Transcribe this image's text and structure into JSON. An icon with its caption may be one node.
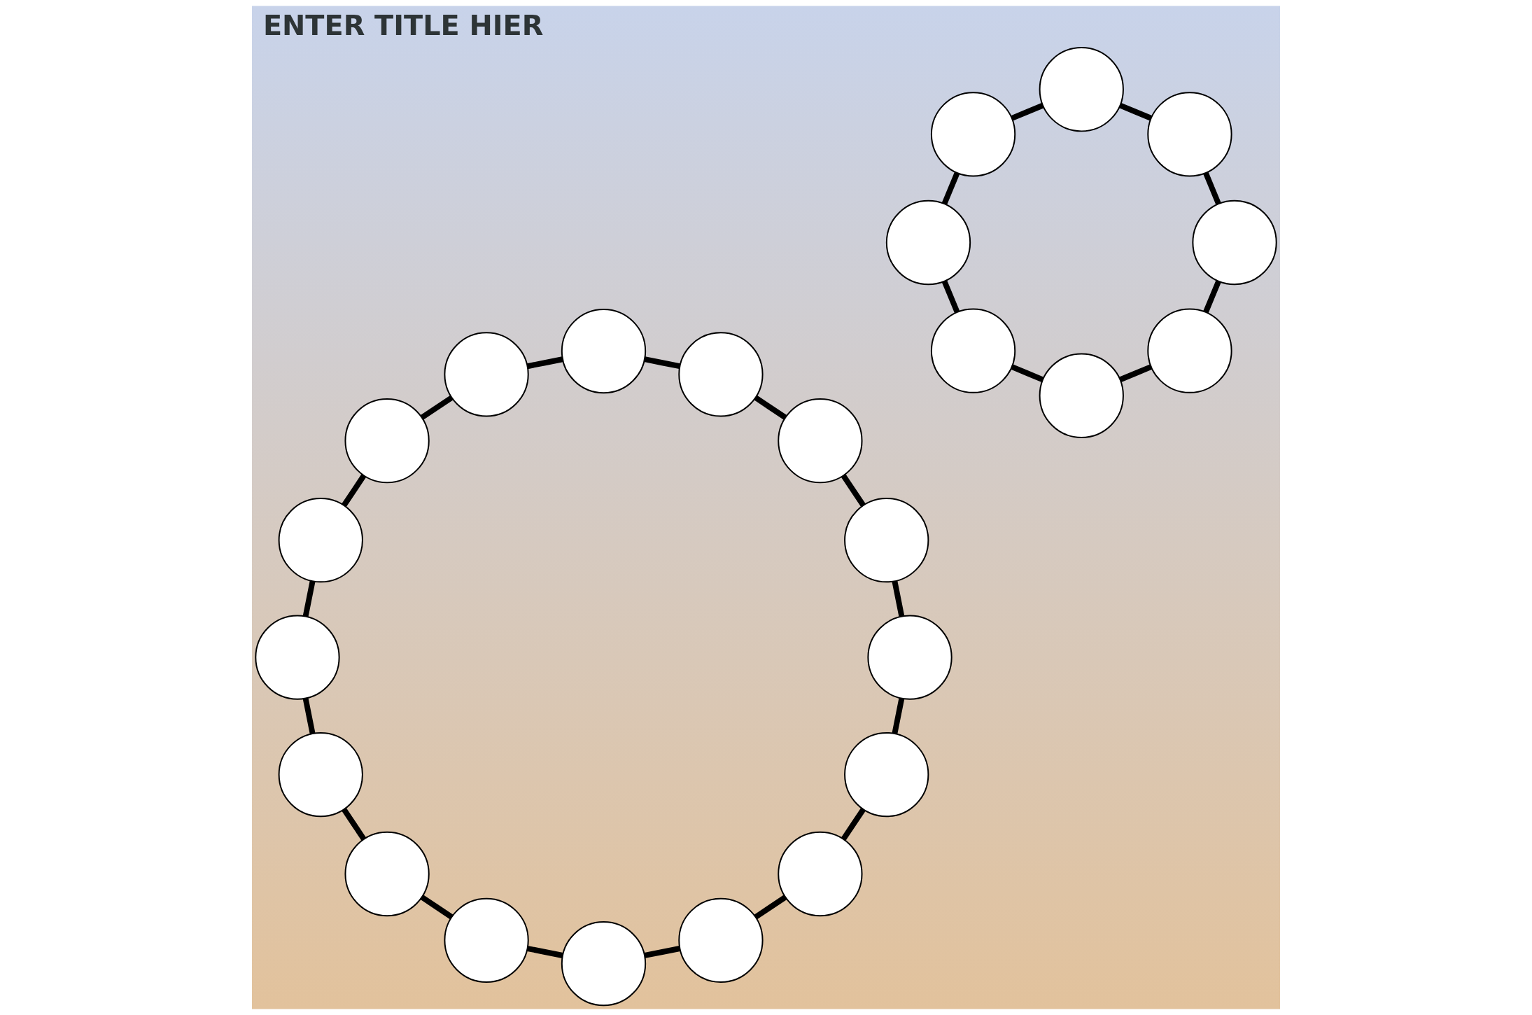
{
  "diagram": {
    "title": "ENTER TITLE HIER",
    "nodes": [
      {
        "text": [],
        "shape": "circle"
      },
      {
        "text": [],
        "shape": "circle"
      },
      {
        "text": [],
        "shape": "circle"
      },
      {
        "text": [],
        "shape": "circle"
      },
      {
        "text": [],
        "shape": "circle"
      },
      {
        "text": [],
        "shape": "circle"
      },
      {
        "text": [],
        "shape": "circle"
      },
      {
        "text": [],
        "shape": "circle"
      },
      {
        "text": [],
        "shape": "circle"
      },
      {
        "text": [],
        "shape": "circle"
      },
      {
        "text": [],
        "shape": "circle"
      },
      {
        "text": [],
        "shape": "circle"
      },
      {
        "text": [],
        "shape": "circle"
      },
      {
        "text": [],
        "shape": "circle"
      },
      {
        "text": [],
        "shape": "circle"
      },
      {
        "text": [],
        "shape": "circle"
      },
      {
        "text": [],
        "shape": "circle"
      },
      {
        "text": [],
        "shape": "circle"
      },
      {
        "text": [],
        "shape": "circle"
      },
      {
        "text": [],
        "shape": "circle"
      },
      {
        "text": [],
        "shape": "circle"
      },
      {
        "text": [],
        "shape": "circle"
      },
      {
        "text": [],
        "shape": "circle"
      },
      {
        "text": [],
        "shape": "circle"
      }
    ],
    "edges": [
      {
        "from": 0,
        "to": 1,
        "arrow": "none"
      },
      {
        "from": 1,
        "to": 2,
        "arrow": "none"
      },
      {
        "from": 2,
        "to": 3,
        "arrow": "none"
      },
      {
        "from": 3,
        "to": 4,
        "arrow": "none"
      },
      {
        "from": 4,
        "to": 5,
        "arrow": "none"
      },
      {
        "from": 5,
        "to": 6,
        "arrow": "none"
      },
      {
        "from": 6,
        "to": 7,
        "arrow": "none"
      },
      {
        "from": 7,
        "to": 8,
        "arrow": "none"
      },
      {
        "from": 8,
        "to": 9,
        "arrow": "none"
      },
      {
        "from": 9,
        "to": 10,
        "arrow": "none"
      },
      {
        "from": 10,
        "to": 11,
        "arrow": "none"
      },
      {
        "from": 11,
        "to": 12,
        "arrow": "none"
      },
      {
        "from": 12,
        "to": 13,
        "arrow": "none"
      },
      {
        "from": 13,
        "to": 14,
        "arrow": "none"
      },
      {
        "from": 14,
        "to": 15,
        "arrow": "none"
      },
      {
        "from": 15,
        "to": 0,
        "arrow": "none"
      },
      {
        "from": 16,
        "to": 17,
        "arrow": "none"
      },
      {
        "from": 17,
        "to": 18,
        "arrow": "none"
      },
      {
        "from": 18,
        "to": 19,
        "arrow": "none"
      },
      {
        "from": 19,
        "to": 20,
        "arrow": "none"
      },
      {
        "from": 20,
        "to": 21,
        "arrow": "none"
      },
      {
        "from": 21,
        "to": 22,
        "arrow": "none"
      },
      {
        "from": 22,
        "to": 23,
        "arrow": "none"
      },
      {
        "from": 23,
        "to": 16,
        "arrow": "none"
      }
    ]
  }
}
